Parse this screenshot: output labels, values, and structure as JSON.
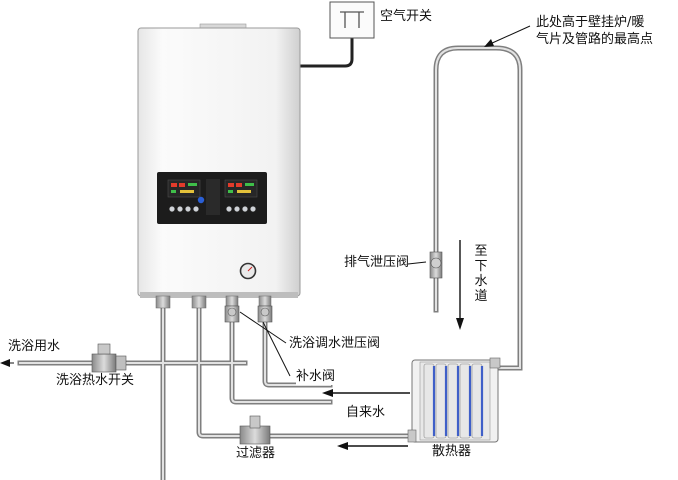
{
  "labels": {
    "air_switch": "空气开关",
    "highest_point_line1": "此处高于壁挂炉/暖",
    "highest_point_line2": "气片及管路的最高点",
    "exhaust_valve": "排气泄压阀",
    "to_lower_channel": "至下水道",
    "bath_water": "洗浴用水",
    "bath_hot_water_switch": "洗浴热水开关",
    "bath_pressure_valve": "洗浴调水泄压阀",
    "refill_valve": "补水阀",
    "tap_water": "自来水",
    "filter": "过滤器",
    "radiator": "散热器"
  },
  "colors": {
    "pipe": "#a8a8a8",
    "pipe_dark": "#7a7a7a",
    "boiler_body": "#f4f4f4",
    "panel": "#1a1a1a",
    "radiator_stripe": "#3f5fc8"
  }
}
